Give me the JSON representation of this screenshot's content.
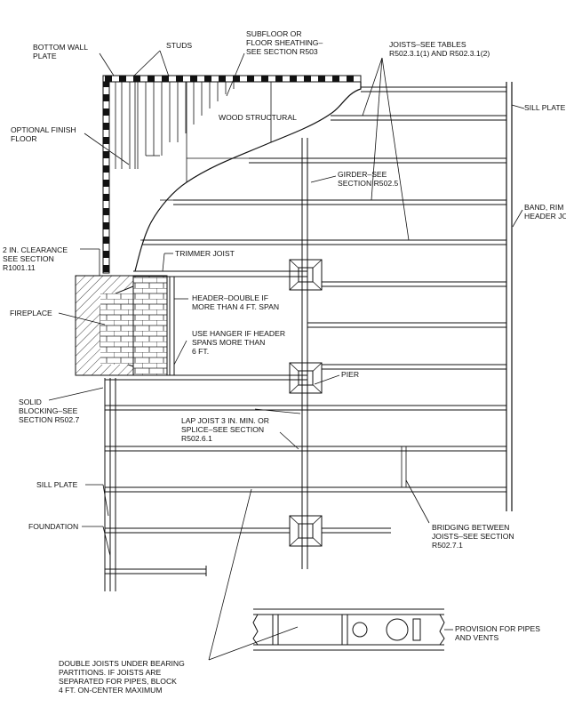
{
  "labels": {
    "bottom_wall_plate": [
      "BOTTOM WALL",
      "PLATE"
    ],
    "studs": "STUDS",
    "subfloor": [
      "SUBFLOOR OR",
      "FLOOR SHEATHING–",
      "SEE SECTION R503"
    ],
    "joists_tables": [
      "JOISTS–SEE TABLES",
      "R502.3.1(1) AND R502.3.1(2)"
    ],
    "sill_plate_top": "SILL PLATE",
    "optional_finish_floor": [
      "OPTIONAL FINISH",
      "FLOOR"
    ],
    "wood_structural": "WOOD STRUCTURAL",
    "girder": [
      "GIRDER–SEE",
      "SECTION R502.5"
    ],
    "band_rim": [
      "BAND, RIM OR",
      "HEADER JOIST"
    ],
    "clearance": [
      "2 IN. CLEARANCE",
      "SEE SECTION",
      "R1001.11"
    ],
    "trimmer_joist": "TRIMMER JOIST",
    "header_double": [
      "HEADER–DOUBLE IF",
      "MORE THAN 4 FT. SPAN"
    ],
    "fireplace": "FIREPLACE",
    "use_hanger": [
      "USE HANGER IF HEADER",
      "SPANS MORE THAN",
      "6 FT."
    ],
    "pier": "PIER",
    "solid_blocking": [
      "SOLID",
      "BLOCKING–SEE",
      "SECTION R502.7"
    ],
    "lap_joist": [
      "LAP JOIST 3 IN. MIN. OR",
      "SPLICE–SEE SECTION",
      "R502.6.1"
    ],
    "sill_plate": "SILL PLATE",
    "foundation": "FOUNDATION",
    "bridging": [
      "BRIDGING BETWEEN",
      "JOISTS–SEE SECTION",
      "R502.7.1"
    ],
    "provision_pipes": [
      "PROVISION FOR PIPES",
      "AND VENTS"
    ],
    "double_joists": [
      "DOUBLE JOISTS UNDER BEARING",
      "PARTITIONS. IF JOISTS ARE",
      "SEPARATED FOR PIPES, BLOCK",
      "4 FT. ON-CENTER MAXIMUM"
    ]
  }
}
